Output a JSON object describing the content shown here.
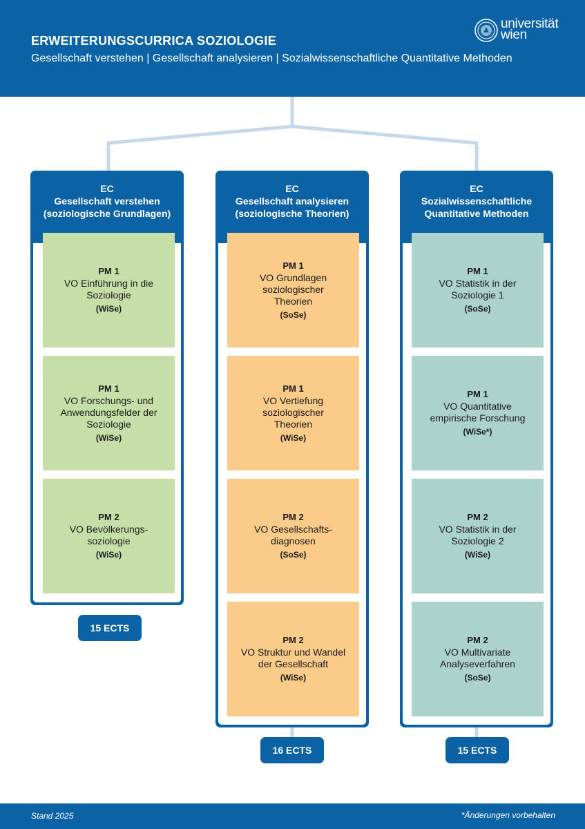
{
  "header": {
    "title": "ERWEITERUNGSCURRICA SOZIOLOGIE",
    "subtitle": "Gesellschaft verstehen | Gesellschaft analysieren | Sozialwissenschaftliche Quantitative Methoden",
    "logo_line1": "universität",
    "logo_line2": "wien"
  },
  "columns": [
    {
      "ec_label": "EC",
      "title_line1": "Gesellschaft verstehen",
      "title_line2": "(soziologische Grundlagen)",
      "modules": [
        {
          "code": "PM 1",
          "name": "VO Einführung in die\nSoziologie",
          "semester": "(WiSe)"
        },
        {
          "code": "PM 1",
          "name": "VO Forschungs- und\nAnwendungsfelder der\nSoziologie",
          "semester": "(WiSe)"
        },
        {
          "code": "PM 2",
          "name": "VO Bevölkerungs-\nsoziologie",
          "semester": "(WiSe)"
        }
      ],
      "ects": "15 ECTS"
    },
    {
      "ec_label": "EC",
      "title_line1": "Gesellschaft analysieren",
      "title_line2": "(soziologische Theorien)",
      "modules": [
        {
          "code": "PM 1",
          "name": "VO Grundlagen\nsoziologischer\nTheorien",
          "semester": "(SoSe)"
        },
        {
          "code": "PM 1",
          "name": "VO Vertiefung\nsoziologischer\nTheorien",
          "semester": "(WiSe)"
        },
        {
          "code": "PM 2",
          "name": "VO Gesellschafts-\ndiagnosen",
          "semester": "(SoSe)"
        },
        {
          "code": "PM 2",
          "name": "VO Struktur und Wandel\nder Gesellschaft",
          "semester": "(WiSe)"
        }
      ],
      "ects": "16 ECTS"
    },
    {
      "ec_label": "EC",
      "title_line1": "Sozialwissenschaftliche",
      "title_line2": "Quantitative Methoden",
      "modules": [
        {
          "code": "PM 1",
          "name": "VO Statistik in der\nSoziologie 1",
          "semester": "(SoSe)"
        },
        {
          "code": "PM 1",
          "name": "VO Quantitative\nempirische Forschung",
          "semester": "(WiSe*)"
        },
        {
          "code": "PM 2",
          "name": "VO Statistik in der\nSoziologie 2",
          "semester": "(WiSe)"
        },
        {
          "code": "PM 2",
          "name": "VO Multivariate\nAnalyseverfahren",
          "semester": "(SoSe)"
        }
      ],
      "ects": "15 ECTS"
    }
  ],
  "footer": {
    "left": "Stand 2025",
    "right": "*Änderungen vorbehalten"
  },
  "colors": {
    "brand_blue": "#0b63a6",
    "connector": "#c7d8ea",
    "col1": "#c6dfa8",
    "col2": "#fbcb8a",
    "col3": "#acd3cb"
  }
}
